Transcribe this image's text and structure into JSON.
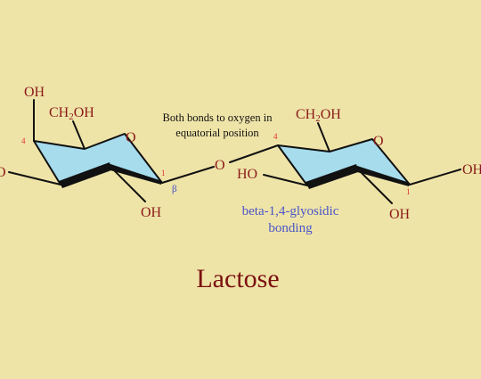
{
  "title": "Lactose",
  "annotation": {
    "line1": "Both bonds to oxygen in",
    "line2": "equatorial position"
  },
  "linkage": {
    "line1": "beta-1,4-glyosidic",
    "line2": "bonding",
    "beta_symbol": "β"
  },
  "left_ring": {
    "oh_top": "OH",
    "ch2oh": "CH2OH",
    "oh_left_fragment": "O",
    "oh_bottom": "OH",
    "ring_oxygen": "O",
    "carbon_4": "4",
    "carbon_1": "1"
  },
  "bridge_oxygen": "O",
  "right_ring": {
    "ch2oh": "CH2OH",
    "oh_left": "HO",
    "oh_bottom": "OH",
    "oh_right": "OH",
    "ring_oxygen": "O",
    "carbon_4": "4",
    "carbon_1": "1"
  },
  "colors": {
    "background": "#efe4a8",
    "ring_fill": "#a6dcec",
    "group_text": "#8b1a1a",
    "carbon_number": "#e03030",
    "linkage_text": "#4a55c8",
    "title_text": "#7a1010"
  }
}
